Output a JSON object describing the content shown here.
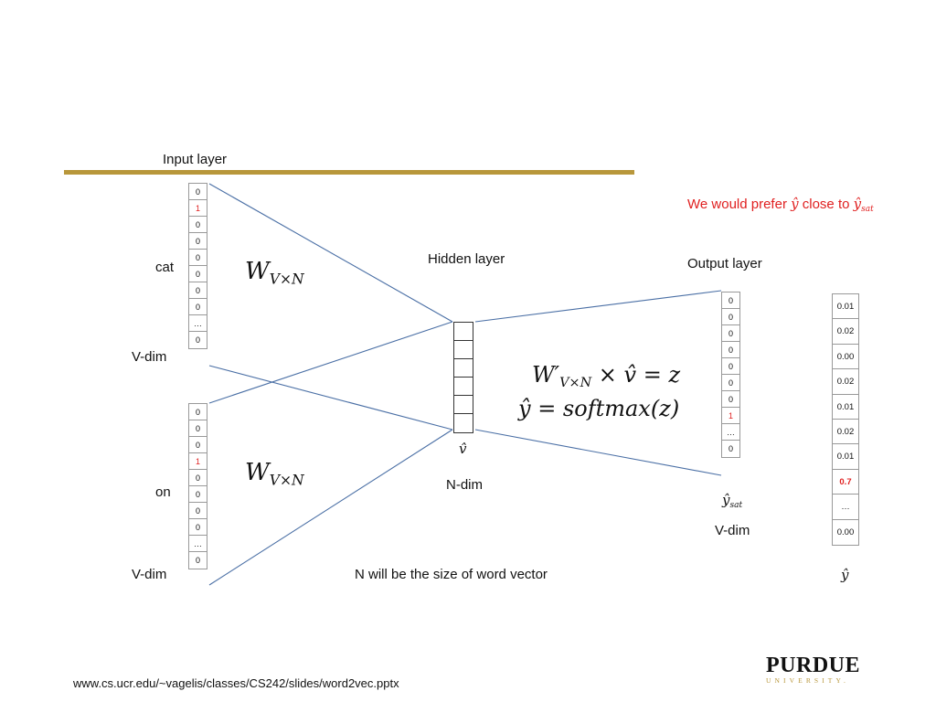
{
  "labels": {
    "input_layer": "Input layer",
    "hidden_layer": "Hidden layer",
    "output_layer": "Output layer",
    "word_1": "cat",
    "word_2": "on",
    "vdim_1": "V-dim",
    "vdim_2": "V-dim",
    "vdim_out": "V-dim",
    "ndim": "N-dim",
    "note": "N will be the size of word vector"
  },
  "preference": {
    "text": "We would prefer ",
    "yhat": "ŷ",
    "middle": " close to ",
    "y": "ŷ",
    "y_sub": "sat"
  },
  "weights": {
    "w1": "W",
    "w1_sub": "V×N",
    "w2": "W",
    "w2_sub": "V×N",
    "line1_a": "W′",
    "line1_sub": "V×N",
    "line1_b": " × v̂ = z",
    "line2": "ŷ = softmax(z)"
  },
  "symbols": {
    "vhat": "v̂",
    "ysat": "ŷ",
    "ysat_sub": "sat",
    "yhat": "ŷ"
  },
  "vectors": {
    "cat": [
      "0",
      "1",
      "0",
      "0",
      "0",
      "0",
      "0",
      "0",
      "…",
      "0"
    ],
    "cat_hot_index": 1,
    "on": [
      "0",
      "0",
      "0",
      "1",
      "0",
      "0",
      "0",
      "0",
      "…",
      "0"
    ],
    "on_hot_index": 3,
    "ysat": [
      "0",
      "0",
      "0",
      "0",
      "0",
      "0",
      "0",
      "1",
      "…",
      "0"
    ],
    "ysat_hot_index": 7,
    "yhat": [
      "0.01",
      "0.02",
      "0.00",
      "0.02",
      "0.01",
      "0.02",
      "0.01",
      "0.7",
      "…",
      "0.00"
    ],
    "yhat_hot_index": 7,
    "hidden_cells": 6
  },
  "footer": {
    "url": "www.cs.ucr.edu/~vagelis/classes/CS242/slides/word2vec.pptx",
    "logo_top": "PURDUE",
    "logo_bottom": "UNIVERSITY."
  },
  "colors": {
    "accent_gold": "#b8973b",
    "highlight_red": "#e02020",
    "connector_blue": "#4a6fa5"
  }
}
